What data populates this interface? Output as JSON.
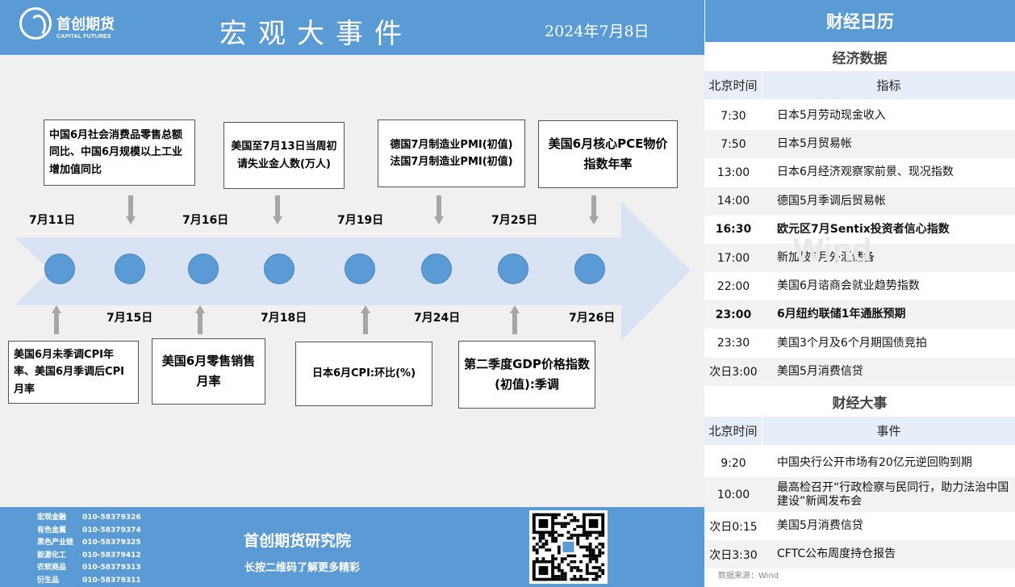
{
  "header": {
    "logo_cn": "首创期货",
    "logo_en": "CAPITAL FUTURES",
    "title": "宏观大事件",
    "date": "2024年7月8日"
  },
  "timeline": {
    "dates_top": [
      "7月11日",
      "7月16日",
      "7月19日",
      "7月25日"
    ],
    "dates_bottom": [
      "7月15日",
      "7月18日",
      "7月24日",
      "7月26日"
    ],
    "boxes_top": [
      "中国6月社会消费品零售总额同比、中国6月规模以上工业增加值同比",
      "美国至7月13日当周初请失业金人数(万人)",
      "德国7月制造业PMI(初值)\n法国7月制造业PMI(初值)",
      "美国6月核心PCE物价指数年率"
    ],
    "boxes_bottom": [
      "美国6月未季调CPI年率、美国6月季调后CPI月率",
      "美国6月零售销售月率",
      "日本6月CPI:环比(%)",
      "第二季度GDP价格指数(初值):季调"
    ]
  },
  "footer": {
    "contacts": [
      {
        "dept": "宏观金融",
        "phone": "010-58379326"
      },
      {
        "dept": "有色金属",
        "phone": "010-58379374"
      },
      {
        "dept": "黑色产业链",
        "phone": "010-58379325"
      },
      {
        "dept": "能源化工",
        "phone": "010-58379412"
      },
      {
        "dept": "农软商品",
        "phone": "010-58379313"
      },
      {
        "dept": "衍生品",
        "phone": "010-58379311"
      }
    ],
    "institute": "首创期货研究院",
    "slogan": "长按二维码了解更多精彩"
  },
  "calendar": {
    "title": "财经日历",
    "econ_section": "经济数据",
    "col_time": "北京时间",
    "col_indicator": "指标",
    "econ_rows": [
      {
        "time": "7:30",
        "item": "日本5月劳动现金收入",
        "bold": false
      },
      {
        "time": "7:50",
        "item": "日本5月贸易帐",
        "bold": false
      },
      {
        "time": "13:00",
        "item": "日本6月经济观察家前景、现况指数",
        "bold": false
      },
      {
        "time": "14:00",
        "item": "德国5月季调后贸易帐",
        "bold": false
      },
      {
        "time": "16:30",
        "item": "欧元区7月Sentix投资者信心指数",
        "bold": true
      },
      {
        "time": "17:00",
        "item": "新加坡6月外汇储备",
        "bold": false
      },
      {
        "time": "22:00",
        "item": "美国6月谘商会就业趋势指数",
        "bold": false
      },
      {
        "time": "23:00",
        "item": "6月纽约联储1年通胀预期",
        "bold": true
      },
      {
        "time": "23:30",
        "item": "美国3个月及6个月期国债竞拍",
        "bold": false
      },
      {
        "time": "次日3:00",
        "item": "美国5月消费信贷",
        "bold": false
      }
    ],
    "event_section": "财经大事",
    "col_event": "事件",
    "event_rows": [
      {
        "time": "9:20",
        "item": "中国央行公开市场有20亿元逆回购到期"
      },
      {
        "time": "10:00",
        "item": "最高检召开“行政检察与民同行，助力法治中国建设”新闻发布会"
      },
      {
        "time": "次日0:15",
        "item": "美国5月消费信贷"
      },
      {
        "time": "次日3:30",
        "item": "CFTC公布周度持仓报告"
      }
    ],
    "watermark": "Wind",
    "source": "数据来源：Wind"
  },
  "colors": {
    "primary": "#5b9bd5",
    "arrow": "#dae3f3",
    "gray_arrow": "#a6a6a6"
  }
}
